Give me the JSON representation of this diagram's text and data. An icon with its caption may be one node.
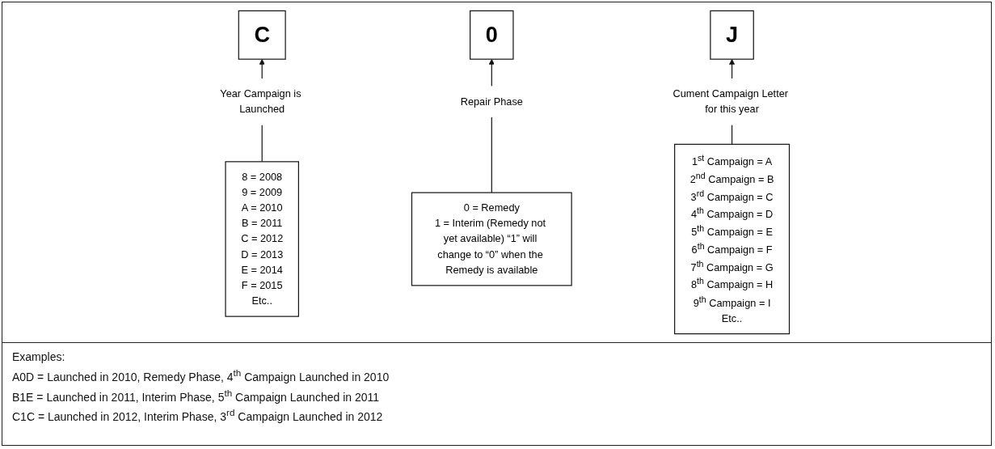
{
  "diagram": {
    "nodes": [
      {
        "text": [
          "C"
        ]
      },
      {
        "text": [
          "0"
        ]
      },
      {
        "text": [
          "J"
        ]
      },
      {
        "text": [
          "Year Campaign is Launched"
        ]
      },
      {
        "text": [
          "Repair Phase"
        ]
      },
      {
        "text": [
          "Cument Campaign Letter for this year"
        ]
      },
      {
        "text": [
          "8 = 2008",
          "9 = 2009",
          "A = 2010",
          "B = 2011",
          "C = 2012",
          "D = 2013",
          "E = 2014",
          "F = 2015",
          "Etc.."
        ]
      },
      {
        "text": [
          "0 = Remedy",
          "1 = Interim (Remedy not yet available) “1” will change to “0” when the Remedy is available"
        ]
      },
      {
        "text": [
          "1$^{st}$ Campaign = A",
          "2$^{nd}$ Campaign = B",
          "3$^{rd}$ Campaign = C",
          "4$^{th}$ Campaign = D",
          "5$^{th}$ Campaign = E",
          "6$^{th}$ Campaign = F",
          "7$^{th}$ Campaign = G",
          "8$^{th}$ Campaign = H",
          "9$^{th}$ Campaign = I",
          "Etc.."
        ]
      }
    ],
    "edges": [
      {
        "from": 3,
        "to": 0,
        "arrow": "to"
      },
      {
        "from": 6,
        "to": 3,
        "arrow": "none"
      },
      {
        "from": 4,
        "to": 1,
        "arrow": "to"
      },
      {
        "from": 7,
        "to": 4,
        "arrow": "none"
      },
      {
        "from": 5,
        "to": 2,
        "arrow": "to"
      },
      {
        "from": 8,
        "to": 5,
        "arrow": "none"
      }
    ],
    "labels": [
      "Examples:",
      "A0D = Launched in 2010, Remedy Phase, 4$^{th}$ Campaign Launched in 2010",
      "B1E = Launched in 2011, Interim Phase, 5$^{th}$ Campaign Launched in 2011",
      "C1C = Launched in 2012, Interim Phase, 3$^{rd}$ Campaign Launched in 2012"
    ]
  }
}
